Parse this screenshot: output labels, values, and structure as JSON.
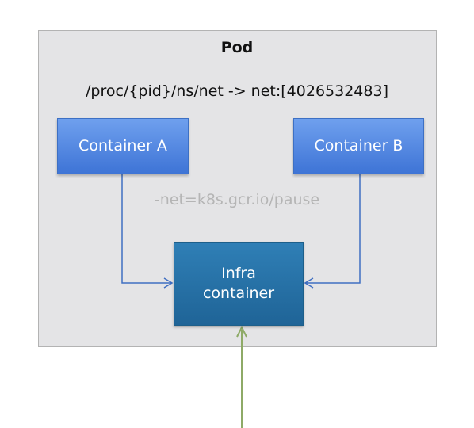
{
  "pod": {
    "title": "Pod",
    "netns_path": "/proc/{pid}/ns/net -> net:[4026532483]"
  },
  "containers": {
    "a": {
      "label": "Container A"
    },
    "b": {
      "label": "Container B"
    },
    "infra": {
      "label": "Infra\ncontainer"
    }
  },
  "net_flag": "-net=k8s.gcr.io/pause",
  "colors": {
    "pod_background": "#e4e4e6",
    "container_blue_top": "#6fa0ee",
    "container_blue_bottom": "#3e74d6",
    "infra_top": "#2f7fb6",
    "infra_bottom": "#1f6497",
    "arrow_blue": "#3f6ec2",
    "arrow_green": "#8eaa67",
    "net_flag_text": "#b5b5b5"
  }
}
